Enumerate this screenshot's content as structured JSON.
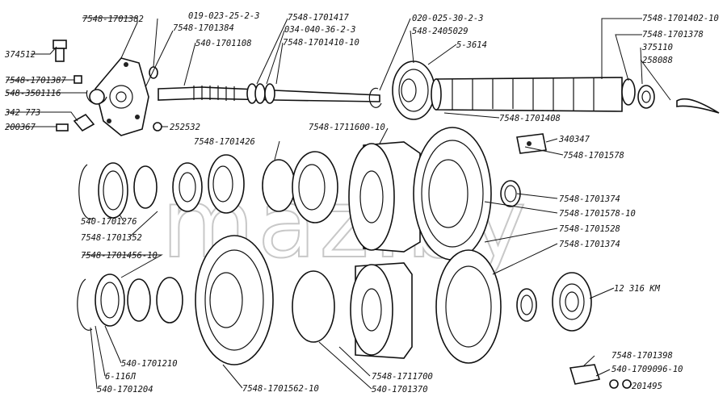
{
  "watermark": "maz.by",
  "labels": {
    "l374512": "374512",
    "l7548_1701382": "7548-1701382",
    "l7548_1701387": "7548-1701387",
    "l548_3501116": "548-3501116",
    "l342773": "342 773",
    "l200367": "200367",
    "l019_023": "019-023-25-2-3",
    "l7548_1701384": "7548-1701384",
    "l540_1701108": "540-1701108",
    "l252532": "252532",
    "l7548_1701417": "7548-1701417",
    "l034_040": "034-040-36-2-3",
    "l7548_1701410_10": "7548-1701410-10",
    "l020_025": "020-025-30-2-3",
    "l548_2405029": "548-2405029",
    "l5_3614": "5-3614",
    "l7548_1701402_10": "7548-1701402-10",
    "l7548_1701378": "7548-1701378",
    "l375110": "375110",
    "l258088": "258088",
    "l7548_1701408": "7548-1701408",
    "l340347": "340347",
    "l7548_1701578": "7548-1701578",
    "l7548_1711600_10": "7548-1711600-10",
    "l7548_1701426": "7548-1701426",
    "l7548_1701374a": "7548-1701374",
    "l7548_1701578_10": "7548-1701578-10",
    "l7548_1701528": "7548-1701528",
    "l7548_1701374b": "7548-1701374",
    "l540_1701276": "540-1701276",
    "l7548_1701352": "7548-1701352",
    "l7548_1701456_10": "7548-1701456-10",
    "l12316km": "12 316 КМ",
    "l540_1701210": "540-1701210",
    "l6_116l": "6-116Л",
    "l540_1701204": "540-1701204",
    "l7548_1701562_10": "7548-1701562-10",
    "l7548_1711700": "7548-1711700",
    "l540_1701370": "540-1701370",
    "l7548_1701398": "7548-1701398",
    "l540_1709096_10": "540-1709096-10",
    "l201495": "201495"
  }
}
